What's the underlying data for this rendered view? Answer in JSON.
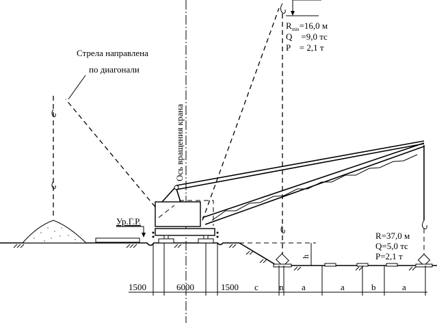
{
  "boom_note": {
    "line1": "Стрела направлена",
    "line2": "по диагонали"
  },
  "axis_label": "Ось вращения крана",
  "ground_level_label": "Ур.Г.Р.",
  "height_label": "h",
  "min_radius_params": {
    "r_label": "R",
    "r_sub": "min",
    "r_value": "=16,0 м",
    "q": "Q    =9,0 тс",
    "p": "P    = 2,1 т"
  },
  "max_radius_params": {
    "r": "R=37,0 м",
    "q": "Q=5,0 тс",
    "p": "P=2,1 т"
  },
  "dimensions": [
    "1500",
    "6000",
    "1500",
    "c",
    "n",
    "a",
    "a",
    "b",
    "a"
  ]
}
